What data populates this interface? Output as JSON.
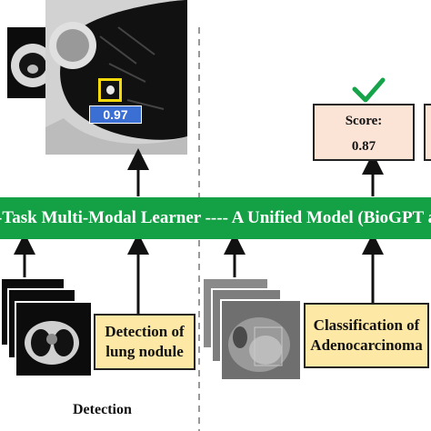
{
  "diagram": {
    "banner_text": "-Task Multi-Modal Learner ---- A Unified Model (BioGPT as",
    "detection": {
      "confidence": "0.97",
      "task_label_line1": "Detection of",
      "task_label_line2": "lung nodule",
      "caption": "Detection"
    },
    "classification": {
      "score_label": "Score:",
      "score_value": "0.87",
      "task_label_line1": "Classification of",
      "task_label_line2": "Adenocarcinoma"
    },
    "colors": {
      "banner": "#14a045",
      "task_box": "#fde8a6",
      "score_box": "#fbe3d6",
      "checkmark": "#16a34a",
      "detect_box": "#f5d90a",
      "confidence_tag": "#3b6fd4"
    },
    "icons": {
      "check": "checkmark-icon"
    }
  }
}
